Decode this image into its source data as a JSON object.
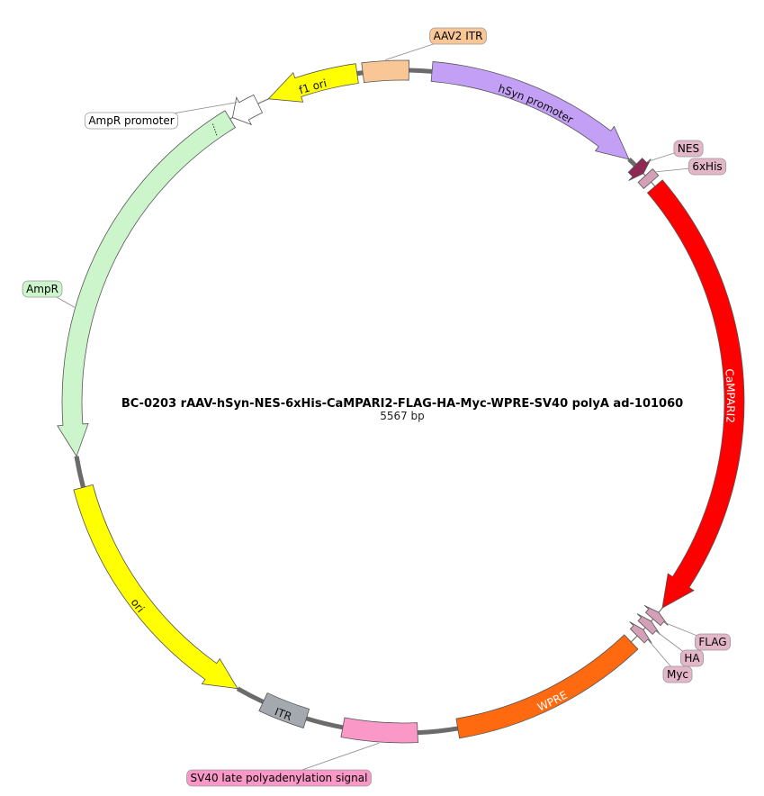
{
  "plasmid": {
    "name": "BC-0203   rAAV-hSyn-NES-6xHis-CaMPARI2-FLAG-HA-Myc-WPRE-SV40 polyA ad-101060",
    "size": "5567 bp"
  },
  "features": [
    {
      "id": "aav2-itr",
      "label": "AAV2 ITR",
      "color": "#f9c796",
      "type": "box",
      "textPlacement": "external",
      "labelColor": "#f9c796"
    },
    {
      "id": "hsyn-promoter",
      "label": "hSyn promoter",
      "color": "#c39ff5",
      "type": "arrow-cw",
      "textPlacement": "inside"
    },
    {
      "id": "nes",
      "label": "NES",
      "color": "#8e2955",
      "type": "arrow-cw",
      "textPlacement": "external",
      "labelColor": "#e3b6c8"
    },
    {
      "id": "6xhis",
      "label": "6xHis",
      "color": "#d4a0b8",
      "type": "box",
      "textPlacement": "external",
      "labelColor": "#e3b6c8"
    },
    {
      "id": "campari2",
      "label": "CaMPARI2",
      "color": "#ff0000",
      "type": "arrow-cw",
      "textPlacement": "inside"
    },
    {
      "id": "flag",
      "label": "FLAG",
      "color": "#d4a0b8",
      "type": "arrow-ccw",
      "textPlacement": "external",
      "labelColor": "#e3b6c8"
    },
    {
      "id": "ha",
      "label": "HA",
      "color": "#d4a0b8",
      "type": "arrow-ccw",
      "textPlacement": "external",
      "labelColor": "#e3b6c8"
    },
    {
      "id": "myc",
      "label": "Myc",
      "color": "#d4a0b8",
      "type": "arrow-ccw",
      "textPlacement": "external",
      "labelColor": "#e3b6c8"
    },
    {
      "id": "wpre",
      "label": "WPRE",
      "color": "#ff6a10",
      "type": "box",
      "textPlacement": "inside"
    },
    {
      "id": "sv40-polya",
      "label": "SV40 late polyadenylation signal",
      "color": "#fa98c8",
      "type": "box",
      "textPlacement": "external",
      "labelColor": "#fa98c8"
    },
    {
      "id": "itr",
      "label": "ITR",
      "color": "#a4a9b0",
      "type": "box",
      "textPlacement": "inside"
    },
    {
      "id": "ori",
      "label": "ori",
      "color": "#ffff00",
      "type": "arrow-ccw",
      "textPlacement": "inside"
    },
    {
      "id": "ampr",
      "label": "AmpR",
      "color": "#ccf5cc",
      "type": "arrow-ccw",
      "textPlacement": "external",
      "labelColor": "#ccf5cc"
    },
    {
      "id": "ampr-promoter",
      "label": "AmpR promoter",
      "color": "#ffffff",
      "type": "arrow-ccw",
      "textPlacement": "external",
      "labelColor": "#ffffff"
    },
    {
      "id": "f1-ori",
      "label": "f1 ori",
      "color": "#ffff00",
      "type": "arrow-ccw",
      "textPlacement": "inside"
    }
  ],
  "colors": {
    "backbone": "#6b6b6b",
    "thinLine": "#777777"
  }
}
